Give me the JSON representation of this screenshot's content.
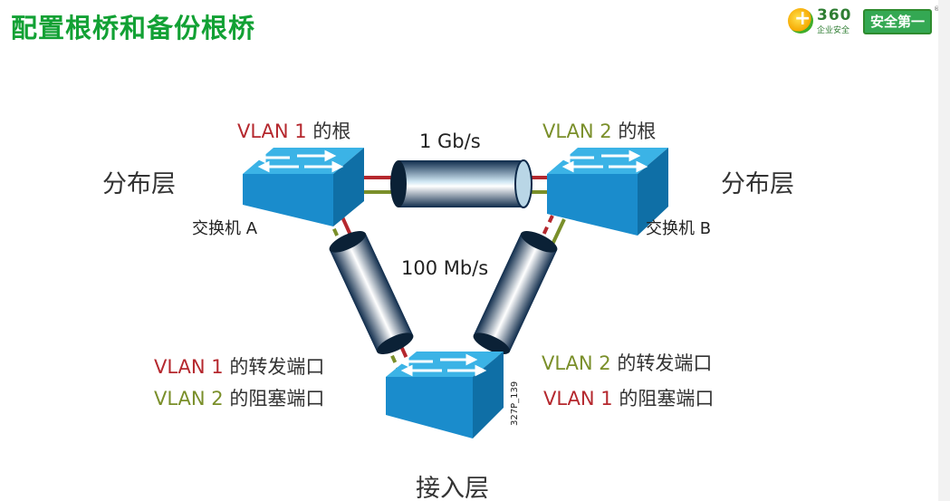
{
  "title": "配置根桥和备份根桥",
  "logo": {
    "brand": "360",
    "brand_sub": "企业安全",
    "badge": "安全第一",
    "reg": "®"
  },
  "labels": {
    "root_vlan1_prefix": "VLAN 1",
    "root_vlan1_suffix": " 的根",
    "root_vlan2_prefix": "VLAN 2",
    "root_vlan2_suffix": " 的根",
    "link_top": "1 Gb/s",
    "link_middle": "100 Mb/s",
    "dist_left": "分布层",
    "dist_right": "分布层",
    "switch_a": "交换机 A",
    "switch_b": "交换机 B",
    "access": "接入层",
    "left_fwd_prefix": "VLAN 1",
    "left_fwd_suffix": " 的转发端口",
    "left_blk_prefix": "VLAN 2",
    "left_blk_suffix": " 的阻塞端口",
    "right_fwd_prefix": "VLAN 2",
    "right_fwd_suffix": " 的转发端口",
    "right_blk_prefix": "VLAN 1",
    "right_blk_suffix": " 的阻塞端口",
    "figure_code": "327P_139"
  },
  "colors": {
    "title": "#12a134",
    "vlan1": "#b5282e",
    "vlan2": "#7a8f2a",
    "switch_top": "#2aa6dc",
    "switch_side": "#1683bf",
    "text": "#333333"
  }
}
